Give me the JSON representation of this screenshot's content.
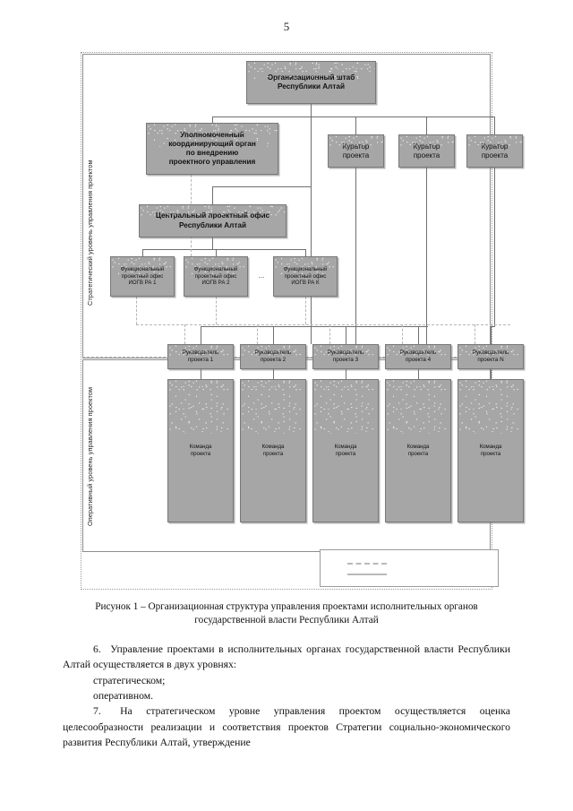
{
  "page": {
    "number": "5"
  },
  "figure": {
    "bands": [
      {
        "label": "Стратегический уровень управления проектом"
      },
      {
        "label": "Оперативный уровень управления проектом"
      }
    ],
    "nodes": {
      "org_staff": "Организационный штаб\nРеспублики Алтай",
      "coordinating_body": "Уполномоченный\nкоординирующий орган\nпо внедрению\nпроектного управления",
      "central_project_office": "Центральный проектный офис\nРеспублики Алтай",
      "curators": [
        "Куратор\nпроекта",
        "Куратор\nпроекта",
        "Куратор\nпроекта"
      ],
      "functional_offices": [
        "Функциональный\nпроектный офис\nИОГВ РА 1",
        "Функциональный\nпроектный офис\nИОГВ РА 2",
        "Функциональный\nпроектный офис\nИОГВ РА К"
      ],
      "functional_offices_ellipsis": "...",
      "project_managers": [
        "Руководитель\nпроекта 1",
        "Руководитель\nпроекта 2",
        "Руководитель\nпроекта 3",
        "Руководитель\nпроекта 4",
        "Руководитель\nпроекта N"
      ],
      "project_teams": [
        "Команда\nпроекта",
        "Команда\nпроекта",
        "Команда\nпроекта",
        "Команда\nпроекта",
        "Команда\nпроекта"
      ]
    },
    "legend": {
      "dashed_label": "",
      "solid_label": ""
    },
    "colors": {
      "node_fill": "#a6a6a6",
      "node_border": "#787878",
      "connector": "#6f6f6f",
      "dashed_connector": "#b5b5b5",
      "frame": "#9a9a9a"
    },
    "caption": "Рисунок 1 – Организационная структура управления проектами исполнительных органов государственной власти Республики Алтай"
  },
  "body": {
    "paragraph_6": "6.  Управление проектами в исполнительных органах государственной власти Республики Алтай осуществляется в двух уровнях:",
    "item_strategic": "стратегическом;",
    "item_operational": "оперативном.",
    "paragraph_7": "7.  На стратегическом уровне управления проектом осуществляется оценка целесообразности реализации и соответствия проектов Стратегии социально-экономического развития Республики Алтай, утверждение"
  }
}
